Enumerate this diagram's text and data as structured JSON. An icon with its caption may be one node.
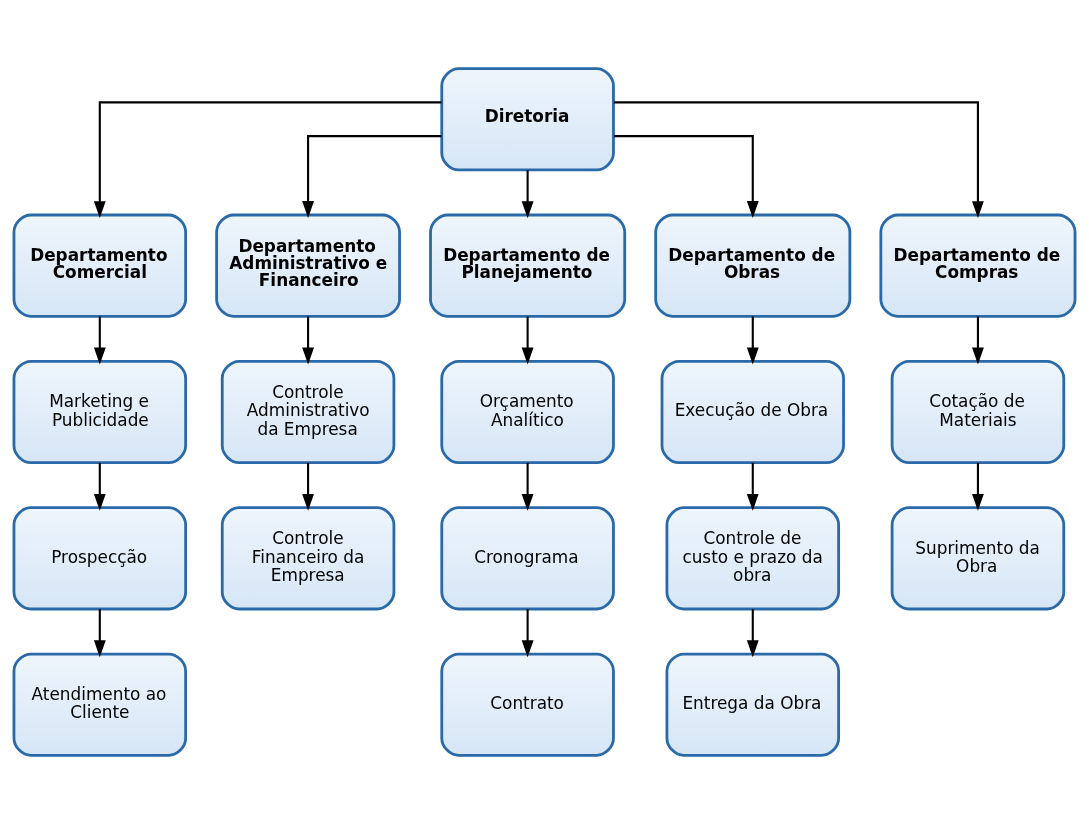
{
  "diagram": {
    "nodes": [
      {
        "text": [
          "Diretoria"
        ]
      },
      {
        "text": [
          "Departamento Comercial"
        ]
      },
      {
        "text": [
          "Departamento Administrativo e Financeiro"
        ]
      },
      {
        "text": [
          "Departamento de Planejamento"
        ]
      },
      {
        "text": [
          "Departamento de Obras"
        ]
      },
      {
        "text": [
          "Departamento de Compras"
        ]
      },
      {
        "text": [
          "Marketing e Publicidade"
        ]
      },
      {
        "text": [
          "Prospecção"
        ]
      },
      {
        "text": [
          "Atendimento ao Cliente"
        ]
      },
      {
        "text": [
          "Controle Administrativo da Empresa"
        ]
      },
      {
        "text": [
          "Controle Financeiro da Empresa"
        ]
      },
      {
        "text": [
          "Orçamento Analítico"
        ]
      },
      {
        "text": [
          "Cronograma"
        ]
      },
      {
        "text": [
          "Contrato"
        ]
      },
      {
        "text": [
          "Execução de Obra"
        ]
      },
      {
        "text": [
          "Controle de custo e prazo da obra"
        ]
      },
      {
        "text": [
          "Entrega da Obra"
        ]
      },
      {
        "text": [
          "Cotação de Materiais"
        ]
      },
      {
        "text": [
          "Suprimento da Obra"
        ]
      }
    ],
    "edges": [
      {
        "from": 0,
        "to": 1,
        "arrow": "to"
      },
      {
        "from": 0,
        "to": 2,
        "arrow": "to"
      },
      {
        "from": 0,
        "to": 3,
        "arrow": "to"
      },
      {
        "from": 0,
        "to": 4,
        "arrow": "to"
      },
      {
        "from": 0,
        "to": 5,
        "arrow": "to"
      },
      {
        "from": 1,
        "to": 6,
        "arrow": "to"
      },
      {
        "from": 6,
        "to": 7,
        "arrow": "to"
      },
      {
        "from": 7,
        "to": 8,
        "arrow": "to"
      },
      {
        "from": 2,
        "to": 9,
        "arrow": "to"
      },
      {
        "from": 9,
        "to": 10,
        "arrow": "to"
      },
      {
        "from": 3,
        "to": 11,
        "arrow": "to"
      },
      {
        "from": 11,
        "to": 12,
        "arrow": "to"
      },
      {
        "from": 12,
        "to": 13,
        "arrow": "to"
      },
      {
        "from": 4,
        "to": 14,
        "arrow": "to"
      },
      {
        "from": 14,
        "to": 15,
        "arrow": "to"
      },
      {
        "from": 15,
        "to": 16,
        "arrow": "to"
      },
      {
        "from": 5,
        "to": 17,
        "arrow": "to"
      },
      {
        "from": 17,
        "to": 18,
        "arrow": "to"
      }
    ]
  }
}
